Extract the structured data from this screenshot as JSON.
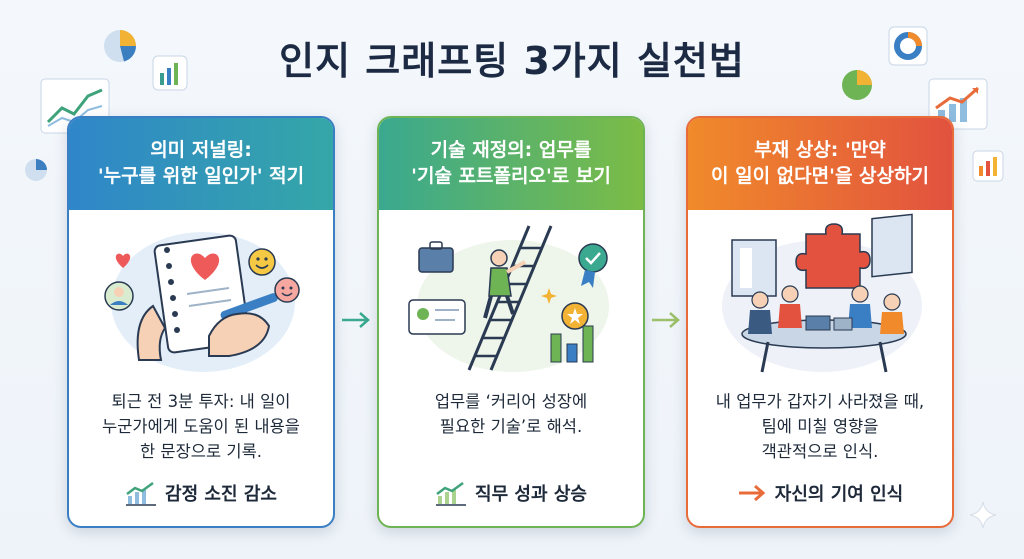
{
  "title": "인지 크래프팅 3가지 실천법",
  "cards": [
    {
      "head_line1": "의미 저널링:",
      "head_line2": "'누구를 위한 일인가' 적기",
      "body_line1": "퇴근 전 3분 투자: 내 일이",
      "body_line2": "누군가에게 도움이 된 내용을",
      "body_line3": "한 문장으로 기록.",
      "result": "감정 소진 감소",
      "result_icon": "chart-up-icon"
    },
    {
      "head_line1": "기술 재정의: 업무를",
      "head_line2": "'기술 포트폴리오'로 보기",
      "body_line1": "업무를 ‘커리어 성장에",
      "body_line2": "필요한 기술’로 해석.",
      "result": "직무 성과 상승",
      "result_icon": "chart-up-icon"
    },
    {
      "head_line1": "부재 상상: '만약",
      "head_line2": "이 일이 없다면'을 상상하기",
      "body_line1": "내 업무가 갑자기 사라졌을 때,",
      "body_line2": "팀에 미칠 영향을",
      "body_line3": "객관적으로 인식.",
      "result": "자신의 기여 인식",
      "result_icon": "arrow-right-icon"
    }
  ],
  "colors": {
    "card1": "#2f86c9",
    "card2": "#6fb454",
    "card3": "#e86b3a",
    "title": "#1d2a44"
  }
}
